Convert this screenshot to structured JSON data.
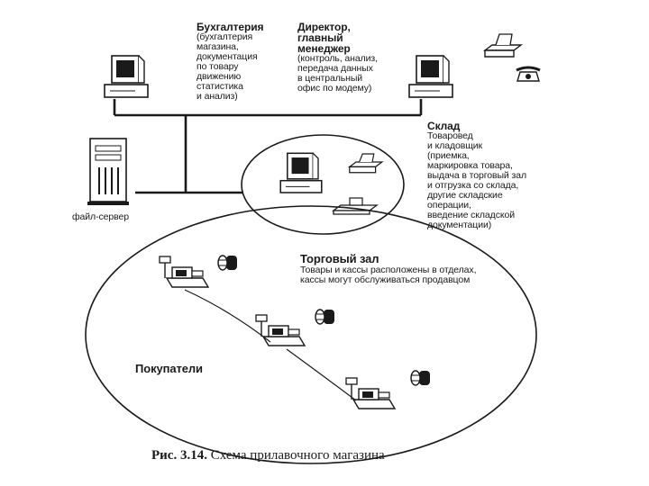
{
  "nodes": {
    "accounting": {
      "title": "Бухгалтерия",
      "lines": [
        "(бухгалтерия",
        "магазина,",
        "документация",
        "по товару",
        "движению",
        "статистика",
        "и анализ)"
      ]
    },
    "director": {
      "title_lines": [
        "Директор,",
        "главный",
        "менеджер"
      ],
      "lines": [
        "(контроль, анализ,",
        "передача данных",
        "в центральный",
        "офис по модему)"
      ]
    },
    "warehouse": {
      "title": "Склад",
      "lines": [
        "Товаровед",
        "и кладовщик",
        "(приемка,",
        "маркировка товара,",
        "выдача в торговый зал",
        "и отгрузка со склада,",
        "другие складские",
        "операции,",
        "введение складской",
        "документации)"
      ]
    },
    "file_server": {
      "label": "файл-сервер"
    },
    "sales_floor": {
      "title": "Торговый зал",
      "lines": [
        "Товары и кассы расположены в отделах,",
        "кассы могут обслуживаться продавцом"
      ]
    },
    "customers": {
      "label": "Покупатели"
    }
  },
  "caption": {
    "prefix": "Рис. 3.14.",
    "text": "Схема прилавочного магазина"
  },
  "colors": {
    "ink": "#1a1a1a",
    "background": "#ffffff"
  },
  "icons": [
    "computer-icon",
    "printer-icon",
    "telephone-icon",
    "server-tower-icon",
    "scale-icon",
    "cash-register-icon",
    "customer-head-icon"
  ]
}
